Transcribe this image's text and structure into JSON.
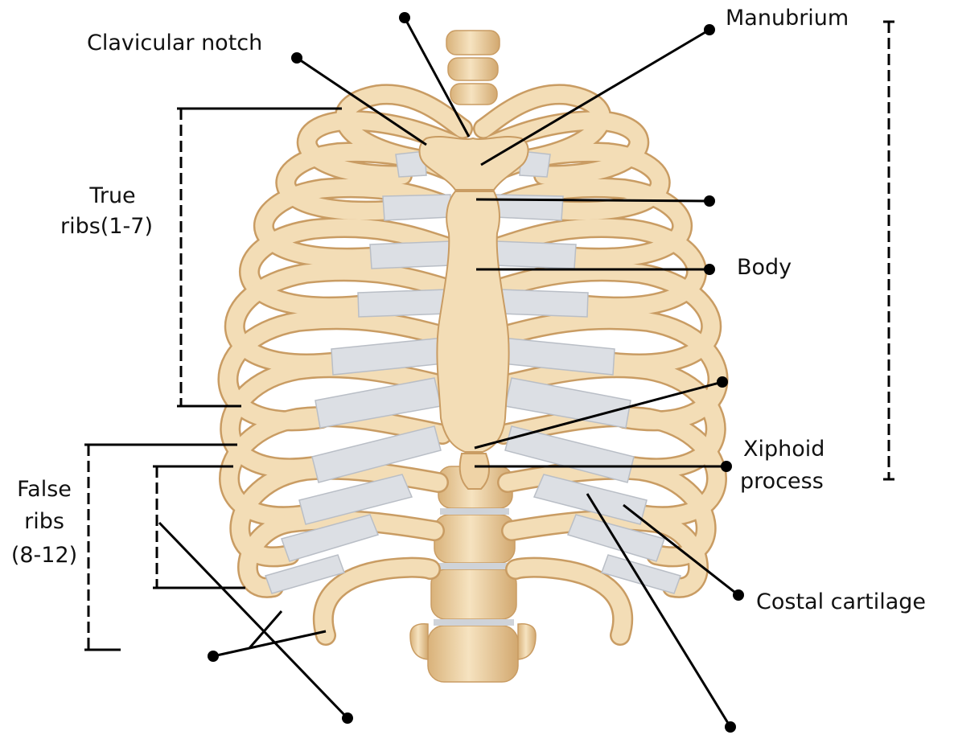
{
  "labels": {
    "clavicular_notch": "Clavicular notch",
    "manubrium": "Manubrium",
    "body": "Body",
    "xiphoid_line1": "Xiphoid",
    "xiphoid_line2": "process",
    "true_ribs_line1": "True",
    "true_ribs_line2": "ribs(1-7)",
    "false_ribs_line1": "False",
    "false_ribs_line2": "ribs",
    "false_ribs_line3": "(8-12)",
    "costal_cartilage": "Costal cartilage"
  },
  "colors": {
    "bone": "#f3ddb6",
    "bone_shade": "#e2bf8c",
    "bone_outline": "#c99c63",
    "cartilage": "#dcdfe4",
    "cartilage_shade": "#c4c8cf",
    "leader": "#000000"
  }
}
